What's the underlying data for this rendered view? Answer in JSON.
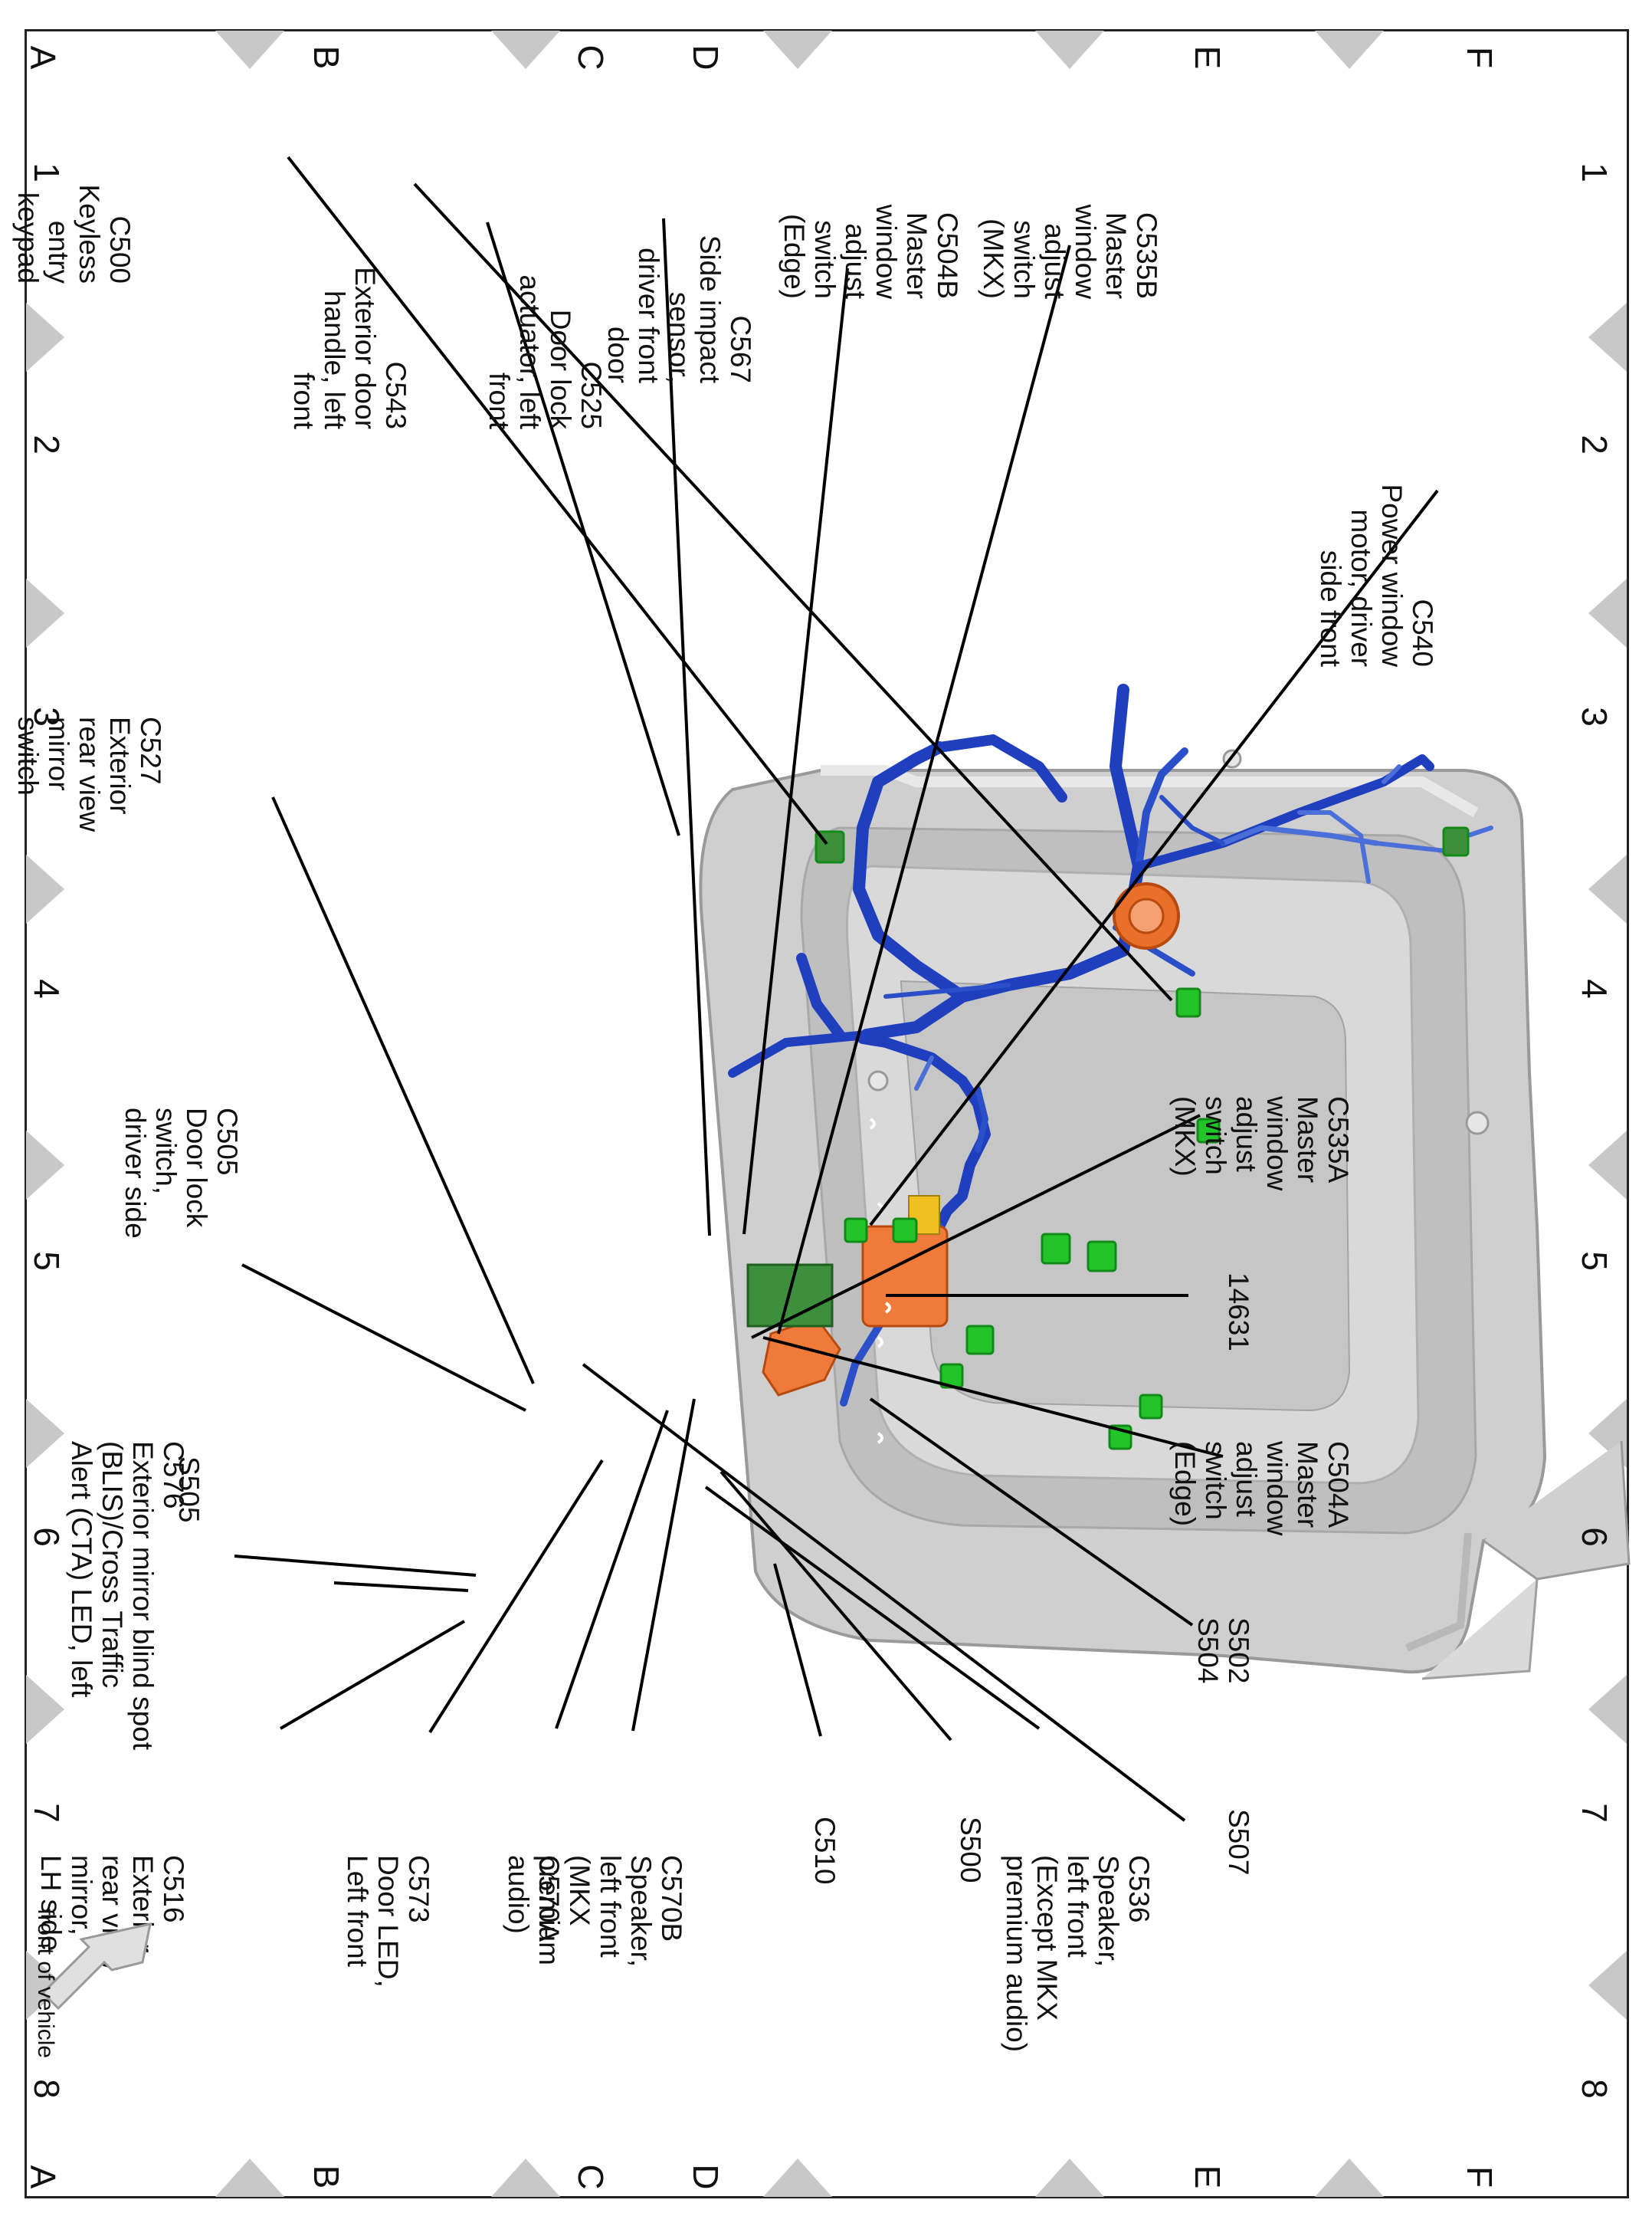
{
  "grid": {
    "columns": [
      "1",
      "2",
      "3",
      "4",
      "5",
      "6",
      "7",
      "8"
    ],
    "rows": [
      "A",
      "B",
      "C",
      "D",
      "E",
      "F"
    ]
  },
  "labels": {
    "c500": {
      "code": "C500",
      "desc": "Keyless\nentry\nkeypad"
    },
    "c543": {
      "code": "C543",
      "desc": "Exterior door\nhandle, left\nfront"
    },
    "c525": {
      "code": "C525",
      "desc": "Door lock\nactuator, left\nfront"
    },
    "c567": {
      "code": "C567",
      "desc": "Side impact\nsensor,\ndriver front\ndoor"
    },
    "c504b": {
      "code": "C504B",
      "desc": "Master\nwindow\nadjust\nswitch\n(Edge)"
    },
    "c535b": {
      "code": "C535B",
      "desc": "Master\nwindow\nadjust\nswitch\n(MKX)"
    },
    "c540": {
      "code": "C540",
      "desc": "Power window\nmotor, driver\nside front"
    },
    "c527": {
      "code": "C527",
      "desc": "Exterior\nrear view\nmirror\nswitch"
    },
    "c505": {
      "code": "C505",
      "desc": "Door lock\nswitch,\ndriver side"
    },
    "c535a": {
      "code": "C535A",
      "desc": "Master\nwindow\nadjust\nswitch\n(MKX)"
    },
    "n14631": {
      "code": "14631",
      "desc": ""
    },
    "c504a": {
      "code": "C504A",
      "desc": "Master\nwindow\nadjust\nswitch\n(Edge)"
    },
    "s502_s504": {
      "code": "S502\nS504",
      "desc": ""
    },
    "s505": {
      "code": "S505",
      "desc": ""
    },
    "c576": {
      "code": "C576",
      "desc": "Exterior mirror blind spot\n(BLIS)/Cross Traffic\nAlert (CTA) LED, left"
    },
    "c516": {
      "code": "C516",
      "desc": "Exterior\nrear view\nmirror,\nLH side"
    },
    "c573": {
      "code": "C573",
      "desc": "Door LED,\nLeft front"
    },
    "c570a": {
      "code": "C570A",
      "desc": ""
    },
    "c570b": {
      "code": "C570B",
      "desc": "Speaker,\nleft front\n(MKX\npremium\naudio)"
    },
    "c510": {
      "code": "C510",
      "desc": ""
    },
    "s500": {
      "code": "S500",
      "desc": ""
    },
    "c536": {
      "code": "C536",
      "desc": "Speaker,\nleft front\n(Except MKX\npremium audio)"
    },
    "s507": {
      "code": "S507",
      "desc": ""
    }
  },
  "front_label": "front of vehicle",
  "colors": {
    "harness": "#1f3fbf",
    "harness_light": "#4a6fd8",
    "connector": "#22c42a",
    "connector_dark": "#3d8f3d",
    "grommet": "#e8702a",
    "module": "#f07a3a",
    "door_panel": "#d4d4d4",
    "triangle": "#c8c8c8"
  }
}
